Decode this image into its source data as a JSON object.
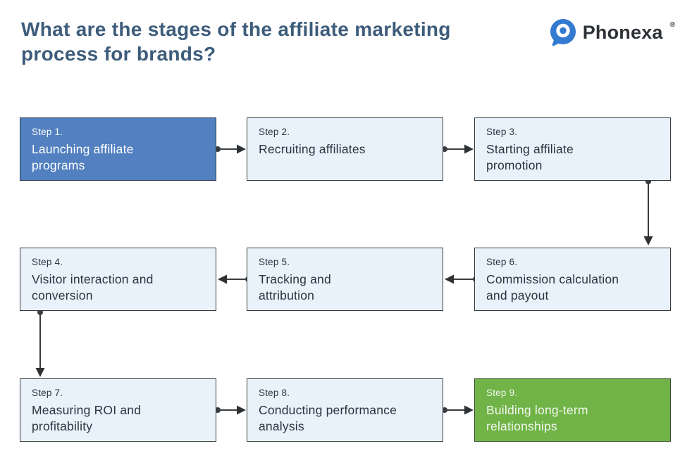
{
  "header": {
    "title": "What are the stages of the affiliate marketing process for brands?",
    "logo": {
      "brand_name": "Phonexa",
      "registered_mark": "®",
      "icon": "phonexa-pin-icon",
      "icon_color": "#337ad1"
    }
  },
  "colors": {
    "title_text": "#3d5c7b",
    "box_blue": "#5280c0",
    "box_green": "#70b347",
    "box_light_blue": "#e9f2fa",
    "box_border": "#35393d",
    "dark_text": "#2b3440",
    "arrow": "#3a3d40"
  },
  "steps": [
    {
      "label": "Step 1.",
      "title": "Launching affiliate\nprograms",
      "variant": "blue"
    },
    {
      "label": "Step 2.",
      "title": "Recruiting affiliates",
      "variant": "light"
    },
    {
      "label": "Step 3.",
      "title": "Starting affiliate\npromotion",
      "variant": "light"
    },
    {
      "label": "Step 4.",
      "title": "Visitor interaction and\nconversion",
      "variant": "light"
    },
    {
      "label": "Step 5.",
      "title": "Tracking and\nattribution",
      "variant": "light"
    },
    {
      "label": "Step 6.",
      "title": "Commission calculation\nand payout",
      "variant": "light"
    },
    {
      "label": "Step 7.",
      "title": "Measuring ROI and\nprofitability",
      "variant": "light"
    },
    {
      "label": "Step 8.",
      "title": "Conducting performance\nanalysis",
      "variant": "light"
    },
    {
      "label": "Step 9.",
      "title": "Building long-term\nrelationships",
      "variant": "green"
    }
  ],
  "flow": {
    "connections": [
      "step1->step2",
      "step2->step3",
      "step3->step6",
      "step6->step5",
      "step5->step4",
      "step4->step7",
      "step7->step8",
      "step8->step9"
    ]
  }
}
